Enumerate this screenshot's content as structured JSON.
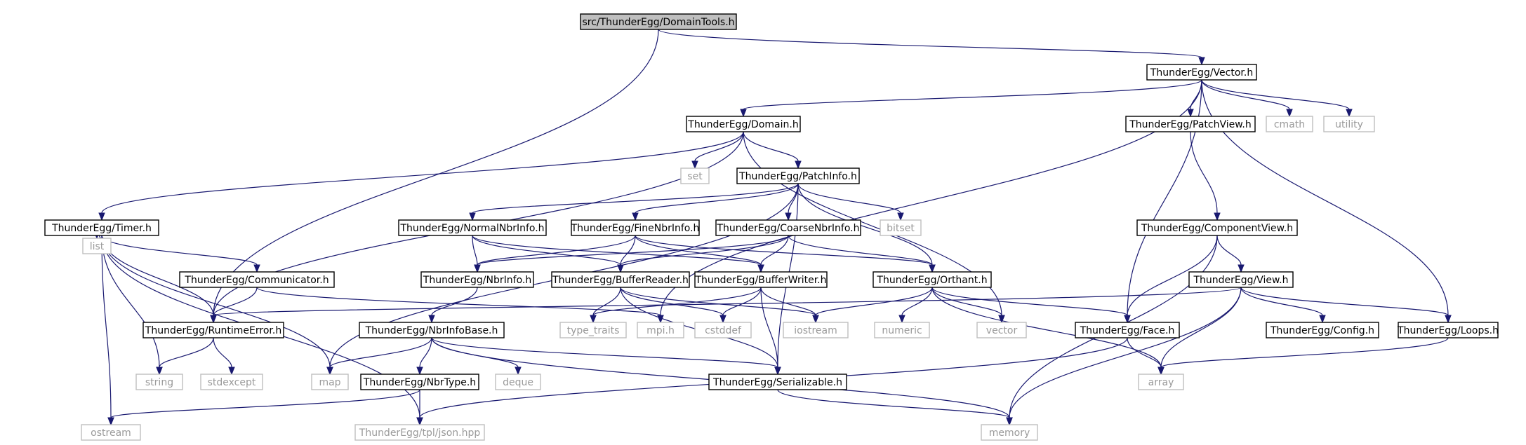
{
  "colors": {
    "edge": "#191970",
    "root_fill": "#bfbfbf",
    "node_border": "#000000",
    "external_border": "#bfbfbf",
    "external_text": "#9a9a9a",
    "text": "#000000"
  },
  "nodes": [
    {
      "id": "domaintools",
      "label": "src/ThunderEgg/DomainTools.h",
      "kind": "root"
    },
    {
      "id": "vector_h",
      "label": "ThunderEgg/Vector.h",
      "kind": "file"
    },
    {
      "id": "domain_h",
      "label": "ThunderEgg/Domain.h",
      "kind": "file"
    },
    {
      "id": "patchview_h",
      "label": "ThunderEgg/PatchView.h",
      "kind": "file"
    },
    {
      "id": "cmath",
      "label": "cmath",
      "kind": "external"
    },
    {
      "id": "utility",
      "label": "utility",
      "kind": "external"
    },
    {
      "id": "set",
      "label": "set",
      "kind": "external"
    },
    {
      "id": "patchinfo_h",
      "label": "ThunderEgg/PatchInfo.h",
      "kind": "file"
    },
    {
      "id": "timer_h",
      "label": "ThunderEgg/Timer.h",
      "kind": "file"
    },
    {
      "id": "normalnbrinfo_h",
      "label": "ThunderEgg/NormalNbrInfo.h",
      "kind": "file"
    },
    {
      "id": "finenbrinfo_h",
      "label": "ThunderEgg/FineNbrInfo.h",
      "kind": "file"
    },
    {
      "id": "coarsenbrinfo_h",
      "label": "ThunderEgg/CoarseNbrInfo.h",
      "kind": "file"
    },
    {
      "id": "bitset",
      "label": "bitset",
      "kind": "external"
    },
    {
      "id": "componentview_h",
      "label": "ThunderEgg/ComponentView.h",
      "kind": "file"
    },
    {
      "id": "list",
      "label": "list",
      "kind": "external"
    },
    {
      "id": "communicator_h",
      "label": "ThunderEgg/Communicator.h",
      "kind": "file"
    },
    {
      "id": "nbrinfo_h",
      "label": "ThunderEgg/NbrInfo.h",
      "kind": "file"
    },
    {
      "id": "bufferreader_h",
      "label": "ThunderEgg/BufferReader.h",
      "kind": "file"
    },
    {
      "id": "bufferwriter_h",
      "label": "ThunderEgg/BufferWriter.h",
      "kind": "file"
    },
    {
      "id": "orthant_h",
      "label": "ThunderEgg/Orthant.h",
      "kind": "file"
    },
    {
      "id": "view_h",
      "label": "ThunderEgg/View.h",
      "kind": "file"
    },
    {
      "id": "runtimeerror_h",
      "label": "ThunderEgg/RuntimeError.h",
      "kind": "file"
    },
    {
      "id": "nbrinfobase_h",
      "label": "ThunderEgg/NbrInfoBase.h",
      "kind": "file"
    },
    {
      "id": "type_traits",
      "label": "type_traits",
      "kind": "external"
    },
    {
      "id": "mpi_h",
      "label": "mpi.h",
      "kind": "external"
    },
    {
      "id": "cstddef",
      "label": "cstddef",
      "kind": "external"
    },
    {
      "id": "iostream",
      "label": "iostream",
      "kind": "external"
    },
    {
      "id": "numeric",
      "label": "numeric",
      "kind": "external"
    },
    {
      "id": "vector",
      "label": "vector",
      "kind": "external"
    },
    {
      "id": "face_h",
      "label": "ThunderEgg/Face.h",
      "kind": "file"
    },
    {
      "id": "config_h",
      "label": "ThunderEgg/Config.h",
      "kind": "file"
    },
    {
      "id": "loops_h",
      "label": "ThunderEgg/Loops.h",
      "kind": "file"
    },
    {
      "id": "string",
      "label": "string",
      "kind": "external"
    },
    {
      "id": "stdexcept",
      "label": "stdexcept",
      "kind": "external"
    },
    {
      "id": "map",
      "label": "map",
      "kind": "external"
    },
    {
      "id": "deque",
      "label": "deque",
      "kind": "external"
    },
    {
      "id": "nbrtype_h",
      "label": "ThunderEgg/NbrType.h",
      "kind": "file"
    },
    {
      "id": "serializable_h",
      "label": "ThunderEgg/Serializable.h",
      "kind": "file"
    },
    {
      "id": "array",
      "label": "array",
      "kind": "external"
    },
    {
      "id": "ostream",
      "label": "ostream",
      "kind": "external"
    },
    {
      "id": "json_hpp",
      "label": "ThunderEgg/tpl/json.hpp",
      "kind": "external"
    },
    {
      "id": "memory",
      "label": "memory",
      "kind": "external"
    }
  ],
  "edges": [
    {
      "from": "domaintools",
      "to": "vector_h"
    },
    {
      "from": "domaintools",
      "to": "runtimeerror_h"
    },
    {
      "from": "vector_h",
      "to": "domain_h"
    },
    {
      "from": "vector_h",
      "to": "patchview_h"
    },
    {
      "from": "vector_h",
      "to": "cmath"
    },
    {
      "from": "vector_h",
      "to": "utility"
    },
    {
      "from": "vector_h",
      "to": "face_h"
    },
    {
      "from": "vector_h",
      "to": "mpi_h"
    },
    {
      "from": "vector_h",
      "to": "loops_h"
    },
    {
      "from": "domain_h",
      "to": "timer_h"
    },
    {
      "from": "domain_h",
      "to": "set"
    },
    {
      "from": "domain_h",
      "to": "patchinfo_h"
    },
    {
      "from": "domain_h",
      "to": "runtimeerror_h"
    },
    {
      "from": "domain_h",
      "to": "vector"
    },
    {
      "from": "patchview_h",
      "to": "componentview_h"
    },
    {
      "from": "patchinfo_h",
      "to": "normalnbrinfo_h"
    },
    {
      "from": "patchinfo_h",
      "to": "finenbrinfo_h"
    },
    {
      "from": "patchinfo_h",
      "to": "coarsenbrinfo_h"
    },
    {
      "from": "patchinfo_h",
      "to": "bitset"
    },
    {
      "from": "patchinfo_h",
      "to": "orthant_h"
    },
    {
      "from": "patchinfo_h",
      "to": "map"
    },
    {
      "from": "patchinfo_h",
      "to": "serializable_h"
    },
    {
      "from": "timer_h",
      "to": "list"
    },
    {
      "from": "timer_h",
      "to": "communicator_h"
    },
    {
      "from": "timer_h",
      "to": "runtimeerror_h"
    },
    {
      "from": "timer_h",
      "to": "string"
    },
    {
      "from": "timer_h",
      "to": "ostream"
    },
    {
      "from": "timer_h",
      "to": "map"
    },
    {
      "from": "timer_h",
      "to": "json_hpp"
    },
    {
      "from": "normalnbrinfo_h",
      "to": "nbrinfo_h"
    },
    {
      "from": "normalnbrinfo_h",
      "to": "bufferreader_h"
    },
    {
      "from": "normalnbrinfo_h",
      "to": "bufferwriter_h"
    },
    {
      "from": "finenbrinfo_h",
      "to": "nbrinfo_h"
    },
    {
      "from": "finenbrinfo_h",
      "to": "bufferreader_h"
    },
    {
      "from": "finenbrinfo_h",
      "to": "bufferwriter_h"
    },
    {
      "from": "finenbrinfo_h",
      "to": "orthant_h"
    },
    {
      "from": "coarsenbrinfo_h",
      "to": "nbrinfo_h"
    },
    {
      "from": "coarsenbrinfo_h",
      "to": "bufferreader_h"
    },
    {
      "from": "coarsenbrinfo_h",
      "to": "bufferwriter_h"
    },
    {
      "from": "coarsenbrinfo_h",
      "to": "orthant_h"
    },
    {
      "from": "componentview_h",
      "to": "view_h"
    },
    {
      "from": "componentview_h",
      "to": "face_h"
    },
    {
      "from": "componentview_h",
      "to": "memory"
    },
    {
      "from": "communicator_h",
      "to": "runtimeerror_h"
    },
    {
      "from": "communicator_h",
      "to": "mpi_h"
    },
    {
      "from": "nbrinfo_h",
      "to": "nbrinfobase_h"
    },
    {
      "from": "bufferreader_h",
      "to": "type_traits"
    },
    {
      "from": "bufferreader_h",
      "to": "cstddef"
    },
    {
      "from": "bufferreader_h",
      "to": "iostream"
    },
    {
      "from": "bufferreader_h",
      "to": "serializable_h"
    },
    {
      "from": "bufferwriter_h",
      "to": "type_traits"
    },
    {
      "from": "bufferwriter_h",
      "to": "cstddef"
    },
    {
      "from": "bufferwriter_h",
      "to": "iostream"
    },
    {
      "from": "bufferwriter_h",
      "to": "serializable_h"
    },
    {
      "from": "orthant_h",
      "to": "iostream"
    },
    {
      "from": "orthant_h",
      "to": "numeric"
    },
    {
      "from": "orthant_h",
      "to": "vector"
    },
    {
      "from": "orthant_h",
      "to": "face_h"
    },
    {
      "from": "orthant_h",
      "to": "array"
    },
    {
      "from": "view_h",
      "to": "runtimeerror_h"
    },
    {
      "from": "view_h",
      "to": "config_h"
    },
    {
      "from": "view_h",
      "to": "loops_h"
    },
    {
      "from": "view_h",
      "to": "array"
    },
    {
      "from": "view_h",
      "to": "memory"
    },
    {
      "from": "runtimeerror_h",
      "to": "string"
    },
    {
      "from": "runtimeerror_h",
      "to": "stdexcept"
    },
    {
      "from": "nbrinfobase_h",
      "to": "map"
    },
    {
      "from": "nbrinfobase_h",
      "to": "nbrtype_h"
    },
    {
      "from": "nbrinfobase_h",
      "to": "deque"
    },
    {
      "from": "nbrinfobase_h",
      "to": "serializable_h"
    },
    {
      "from": "nbrinfobase_h",
      "to": "memory"
    },
    {
      "from": "face_h",
      "to": "array"
    },
    {
      "from": "face_h",
      "to": "json_hpp"
    },
    {
      "from": "loops_h",
      "to": "array"
    },
    {
      "from": "nbrtype_h",
      "to": "ostream"
    },
    {
      "from": "nbrtype_h",
      "to": "json_hpp"
    },
    {
      "from": "serializable_h",
      "to": "memory"
    }
  ]
}
